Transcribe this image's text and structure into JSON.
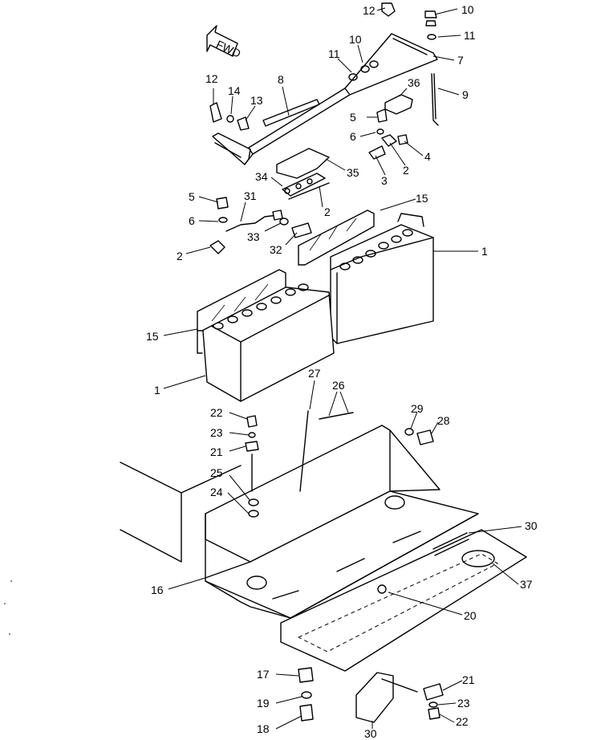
{
  "direction_sign": "FWD",
  "callouts": [
    {
      "id": "c12a",
      "text": "12"
    },
    {
      "id": "c10a",
      "text": "10"
    },
    {
      "id": "c11a",
      "text": "11"
    },
    {
      "id": "c10b",
      "text": "10"
    },
    {
      "id": "c11b",
      "text": "11"
    },
    {
      "id": "c7",
      "text": "7"
    },
    {
      "id": "c12b",
      "text": "12"
    },
    {
      "id": "c14",
      "text": "14"
    },
    {
      "id": "c13",
      "text": "13"
    },
    {
      "id": "c8",
      "text": "8"
    },
    {
      "id": "c9",
      "text": "9"
    },
    {
      "id": "c36",
      "text": "36"
    },
    {
      "id": "c5a",
      "text": "5"
    },
    {
      "id": "c6a",
      "text": "6"
    },
    {
      "id": "c4",
      "text": "4"
    },
    {
      "id": "c2a",
      "text": "2"
    },
    {
      "id": "c3",
      "text": "3"
    },
    {
      "id": "c34",
      "text": "34"
    },
    {
      "id": "c35",
      "text": "35"
    },
    {
      "id": "c2b",
      "text": "2"
    },
    {
      "id": "c15a",
      "text": "15"
    },
    {
      "id": "c5b",
      "text": "5"
    },
    {
      "id": "c31",
      "text": "31"
    },
    {
      "id": "c6b",
      "text": "6"
    },
    {
      "id": "c33",
      "text": "33"
    },
    {
      "id": "c32",
      "text": "32"
    },
    {
      "id": "c2c",
      "text": "2"
    },
    {
      "id": "c1a",
      "text": "1"
    },
    {
      "id": "c15b",
      "text": "15"
    },
    {
      "id": "c1b",
      "text": "1"
    },
    {
      "id": "c27",
      "text": "27"
    },
    {
      "id": "c26",
      "text": "26"
    },
    {
      "id": "c22a",
      "text": "22"
    },
    {
      "id": "c23a",
      "text": "23"
    },
    {
      "id": "c21a",
      "text": "21"
    },
    {
      "id": "c29",
      "text": "29"
    },
    {
      "id": "c28",
      "text": "28"
    },
    {
      "id": "c25",
      "text": "25"
    },
    {
      "id": "c24",
      "text": "24"
    },
    {
      "id": "c30a",
      "text": "30"
    },
    {
      "id": "c16",
      "text": "16"
    },
    {
      "id": "c37",
      "text": "37"
    },
    {
      "id": "c20",
      "text": "20"
    },
    {
      "id": "c17",
      "text": "17"
    },
    {
      "id": "c21b",
      "text": "21"
    },
    {
      "id": "c19",
      "text": "19"
    },
    {
      "id": "c23b",
      "text": "23"
    },
    {
      "id": "c18",
      "text": "18"
    },
    {
      "id": "c22b",
      "text": "22"
    },
    {
      "id": "c30b",
      "text": "30"
    }
  ]
}
